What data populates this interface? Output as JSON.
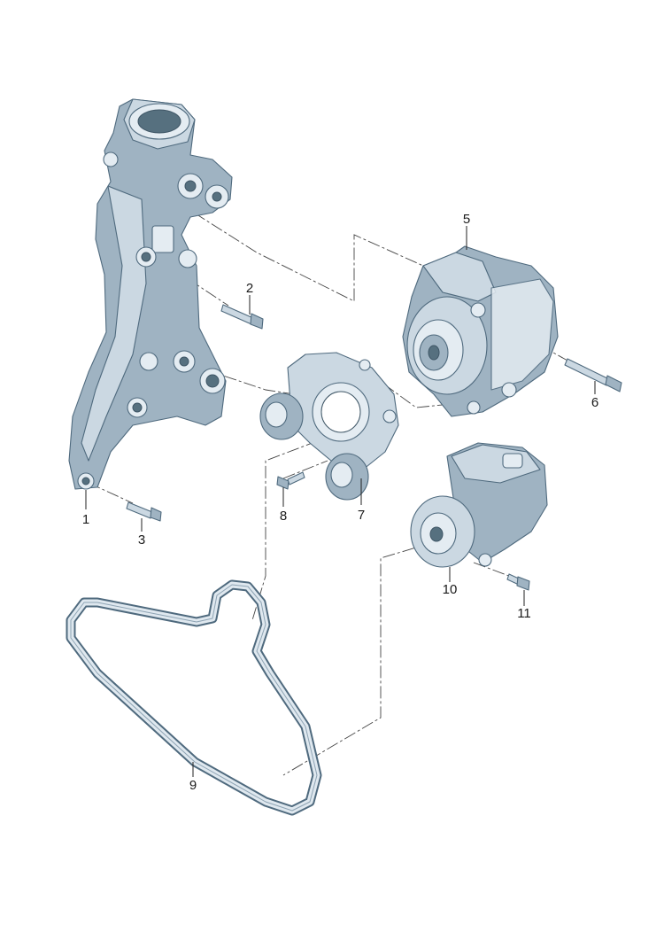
{
  "diagram": {
    "callouts": [
      {
        "id": "1",
        "label": "1"
      },
      {
        "id": "2",
        "label": "2"
      },
      {
        "id": "3",
        "label": "3"
      },
      {
        "id": "5",
        "label": "5"
      },
      {
        "id": "6",
        "label": "6"
      },
      {
        "id": "7",
        "label": "7"
      },
      {
        "id": "8",
        "label": "8"
      },
      {
        "id": "9",
        "label": "9"
      },
      {
        "id": "10",
        "label": "10"
      },
      {
        "id": "11",
        "label": "11"
      }
    ],
    "colors": {
      "part_fill": "#b9c9d5",
      "part_shadow": "#6f8798",
      "part_highlight": "#e4ecf2",
      "line": "#222222"
    }
  }
}
